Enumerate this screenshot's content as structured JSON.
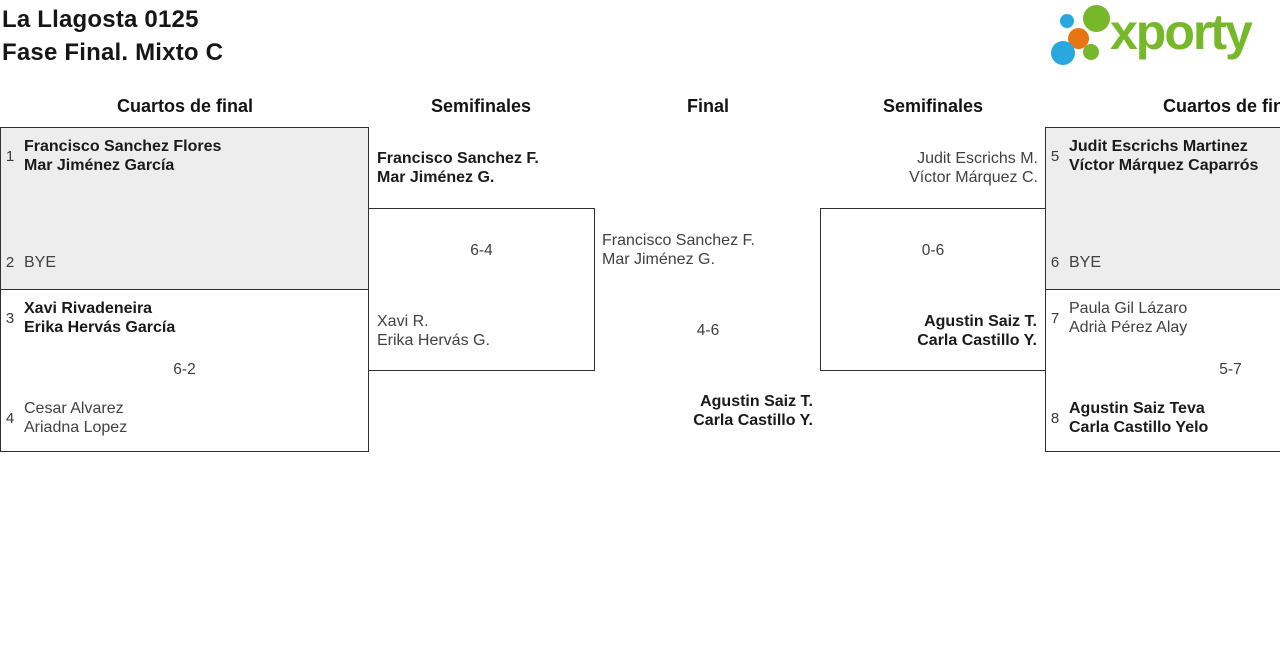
{
  "header": {
    "title_line1": "La Llagosta 0125",
    "title_line2": "Fase Final. Mixto C",
    "logo_text": "xporty"
  },
  "columns": {
    "c1": "Cuartos de final",
    "c2": "Semifinales",
    "c3": "Final",
    "c4": "Semifinales",
    "c5": "Cuartos de final"
  },
  "colors": {
    "logo_green": "#76b829",
    "logo_blue": "#29a8e0",
    "logo_orange": "#e87511",
    "box_gray": "#ededed",
    "box_border": "#303030"
  },
  "matches": {
    "qf1": {
      "seed1": "1",
      "team1_line1": "Francisco Sanchez Flores",
      "team1_line2": "Mar Jiménez García",
      "seed2": "2",
      "team2_line1": "BYE"
    },
    "qf2": {
      "seed1": "3",
      "team1_line1": "Xavi Rivadeneira",
      "team1_line2": "Erika Hervás García",
      "score": "6-2",
      "seed2": "4",
      "team2_line1": "Cesar Alvarez",
      "team2_line2": "Ariadna Lopez"
    },
    "sf1": {
      "team1_line1": "Francisco Sanchez F.",
      "team1_line2": "Mar Jiménez G.",
      "score": "6-4",
      "team2_line1": "Xavi R.",
      "team2_line2": "Erika Hervás G."
    },
    "final": {
      "team1_line1": "Francisco Sanchez F.",
      "team1_line2": "Mar Jiménez G.",
      "score": "4-6",
      "team2_line1": "Agustin Saiz T.",
      "team2_line2": "Carla Castillo Y."
    },
    "sf2": {
      "team1_line1": "Judit Escrichs M.",
      "team1_line2": "Víctor Márquez C.",
      "score": "0-6",
      "team2_line1": "Agustin Saiz T.",
      "team2_line2": "Carla Castillo Y."
    },
    "qf3": {
      "seed1": "5",
      "team1_line1": "Judit Escrichs Martinez",
      "team1_line2": "Víctor Márquez Caparrós",
      "seed2": "6",
      "team2_line1": "BYE"
    },
    "qf4": {
      "seed1": "7",
      "team1_line1": "Paula Gil Lázaro",
      "team1_line2": "Adrià Pérez Alay",
      "score": "5-7",
      "seed2": "8",
      "team2_line1": "Agustin Saiz Teva",
      "team2_line2": "Carla Castillo Yelo"
    }
  }
}
